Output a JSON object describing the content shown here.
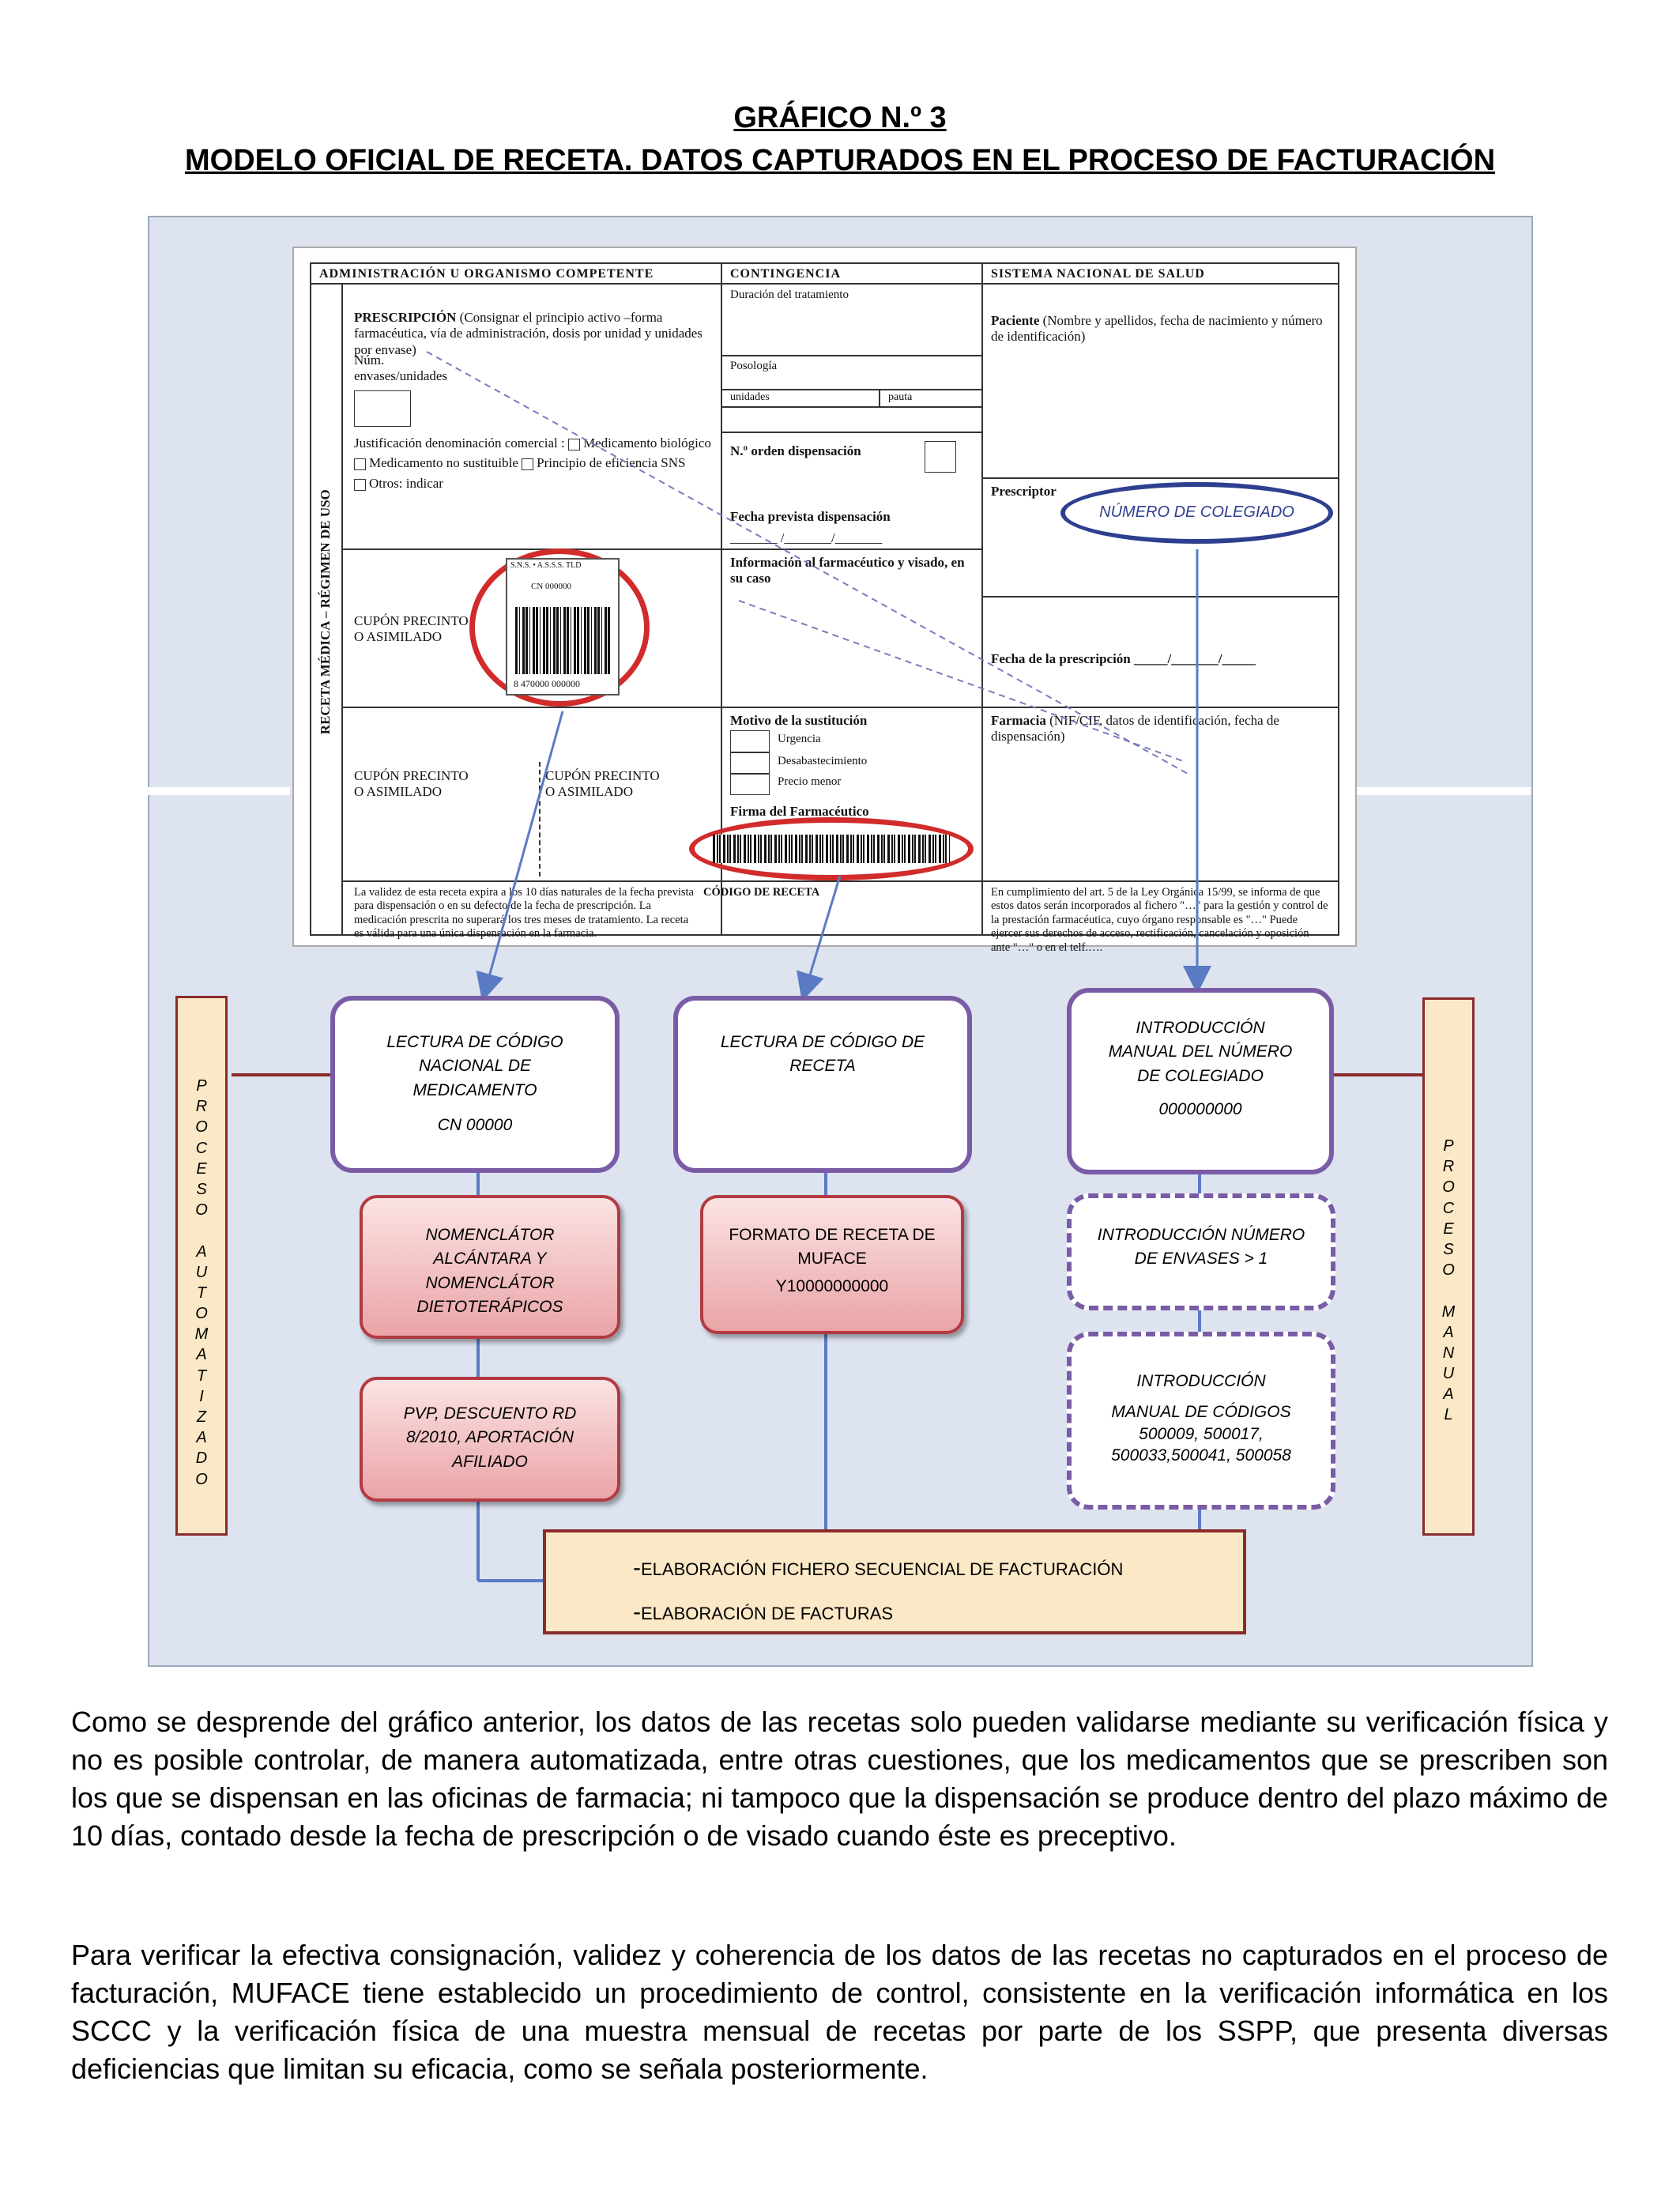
{
  "heading": {
    "number": "GRÁFICO N.º  3",
    "title": "MODELO OFICIAL DE RECETA. DATOS CAPTURADOS EN EL PROCESO DE FACTURACIÓN"
  },
  "form": {
    "col1_header": "ADMINISTRACIÓN U ORGANISMO COMPETENTE",
    "col2_header": "CONTINGENCIA",
    "col3_header": "SISTEMA NACIONAL DE SALUD",
    "vertical_label": "RECETA MÉDICA – RÉGIMEN DE USO",
    "prescripcion_label": "PRESCRIPCIÓN",
    "prescripcion_text": "(Consignar el principio activo –forma farmacéutica, vía de administración, dosis por unidad y unidades por envase)",
    "num_envases": "Núm. envases/unidades",
    "justificacion": "Justificación denominación comercial :",
    "opt_biologico": "Medicamento biológico",
    "opt_no_sustituible": "Medicamento no sustituible",
    "opt_principio": "Principio de eficiencia SNS",
    "opt_otros": "Otros: indicar",
    "duracion": "Duración del tratamiento",
    "posologia": "Posología",
    "unidades": "unidades",
    "pauta": "pauta",
    "orden_dispensacion": "N.º orden dispensación",
    "fecha_prevista": "Fecha prevista dispensación",
    "fecha_blank": "_______ /_______/_______",
    "info_farmaceutico": "Información al farmacéutico y visado, en su caso",
    "paciente_label": "Paciente",
    "paciente_text": "(Nombre y apellidos, fecha de nacimiento y número de identificación)",
    "prescriptor": "Prescriptor",
    "numero_colegiado": "NÚMERO DE COLEGIADO",
    "fecha_prescripcion": "Fecha de la prescripción _____/_______/_____",
    "farmacia_label": "Farmacia",
    "farmacia_text": "(NIF/CIF, datos de identificación, fecha de dispensación)",
    "cupon1": "CUPÓN PRECINTO O ASIMILADO",
    "cupon2": "CUPÓN PRECINTO O ASIMILADO",
    "cupon3": "CUPÓN PRECINTO O ASIMILADO",
    "motivo": "Motivo de la sustitución",
    "urgencia": "Urgencia",
    "desabastecimiento": "Desabastecimiento",
    "precio_menor": "Precio menor",
    "firma": "Firma del Farmacéutico",
    "codigo_receta": "CÓDIGO DE RECETA",
    "validez": "La validez de esta receta expira a los 10 días naturales de la fecha prevista para dispensación o en su defecto de la fecha de prescripción. La medicación prescrita no superará los tres meses de tratamiento. La receta es válida para una única dispensación en la farmacia.",
    "lopd": "En cumplimiento del art. 5 de la Ley Orgánica 15/99, se informa de que estos datos serán incorporados al fichero \"…\" para la gestión y control de la prestación farmacéutica, cuyo órgano responsable es \"…\" Puede ejercer sus derechos de acceso, rectificación, cancelación y oposición ante \"…\" o en el telf.….",
    "barcode_top": "S.N.S.   • A.S.S.S.  TLD",
    "barcode_cn": "CN 000000",
    "barcode_num": "8 470000 000000"
  },
  "flow": {
    "side_left": [
      "P",
      "R",
      "O",
      "C",
      "E",
      "S",
      "O",
      "",
      "A",
      "U",
      "T",
      "O",
      "M",
      "A",
      "T",
      "I",
      "Z",
      "A",
      "D",
      "O"
    ],
    "side_right": [
      "P",
      "R",
      "O",
      "C",
      "E",
      "S",
      "O",
      "",
      "M",
      "A",
      "N",
      "U",
      "A",
      "L"
    ],
    "box1_text": "LECTURA DE CÓDIGO NACIONAL DE MEDICAMENTO",
    "box1_value": "CN 00000",
    "box2_text": "LECTURA DE CÓDIGO DE RECETA",
    "box3_text": "INTRODUCCIÓN MANUAL DEL NÚMERO DE COLEGIADO",
    "box3_value": "000000000",
    "pink1": "NOMENCLÁTOR ALCÁNTARA Y NOMENCLÁTOR DIETOTERÁPICOS",
    "pink2_text": "FORMATO DE RECETA DE MUFACE",
    "pink2_value": "Y10000000000",
    "pink3": "PVP, DESCUENTO RD 8/2010, APORTACIÓN AFILIADO",
    "dashed1": "INTRODUCCIÓN NÚMERO DE ENVASES > 1",
    "dashed2_title": "INTRODUCCIÓN",
    "dashed2_text": "MANUAL DE CÓDIGOS 500009, 500017, 500033,500041, 500058",
    "fact1": "ELABORACIÓN FICHERO SECUENCIAL DE FACTURACIÓN",
    "fact2": "ELABORACIÓN DE FACTURAS",
    "fact_dash": "-"
  },
  "paragraphs": {
    "p1": "Como se desprende del gráfico anterior, los datos de las recetas solo pueden validarse mediante su verificación física y no es posible controlar, de manera automatizada, entre otras cuestiones, que los medicamentos que se prescriben son los que se dispensan en las oficinas de farmacia; ni tampoco que la dispensación se produce dentro del plazo máximo de 10 días, contado desde la fecha de prescripción o de visado cuando éste es preceptivo.",
    "p2": "Para verificar la efectiva consignación, validez y coherencia de los datos de las recetas no capturados en el proceso de facturación, MUFACE tiene establecido un procedimiento de control, consistente en la verificación informática en los SCCC y la verificación física de una muestra mensual de recetas por parte de los SSPP, que presenta diversas deficiencias que limitan su eficacia, como se señala posteriormente."
  },
  "colors": {
    "panel": "#dde3ef",
    "purple": "#7a5ca6",
    "red": "#b23a42",
    "maroon": "#8b2c2c",
    "cream": "#fbe8c6",
    "connector": "#5a7bc4"
  }
}
